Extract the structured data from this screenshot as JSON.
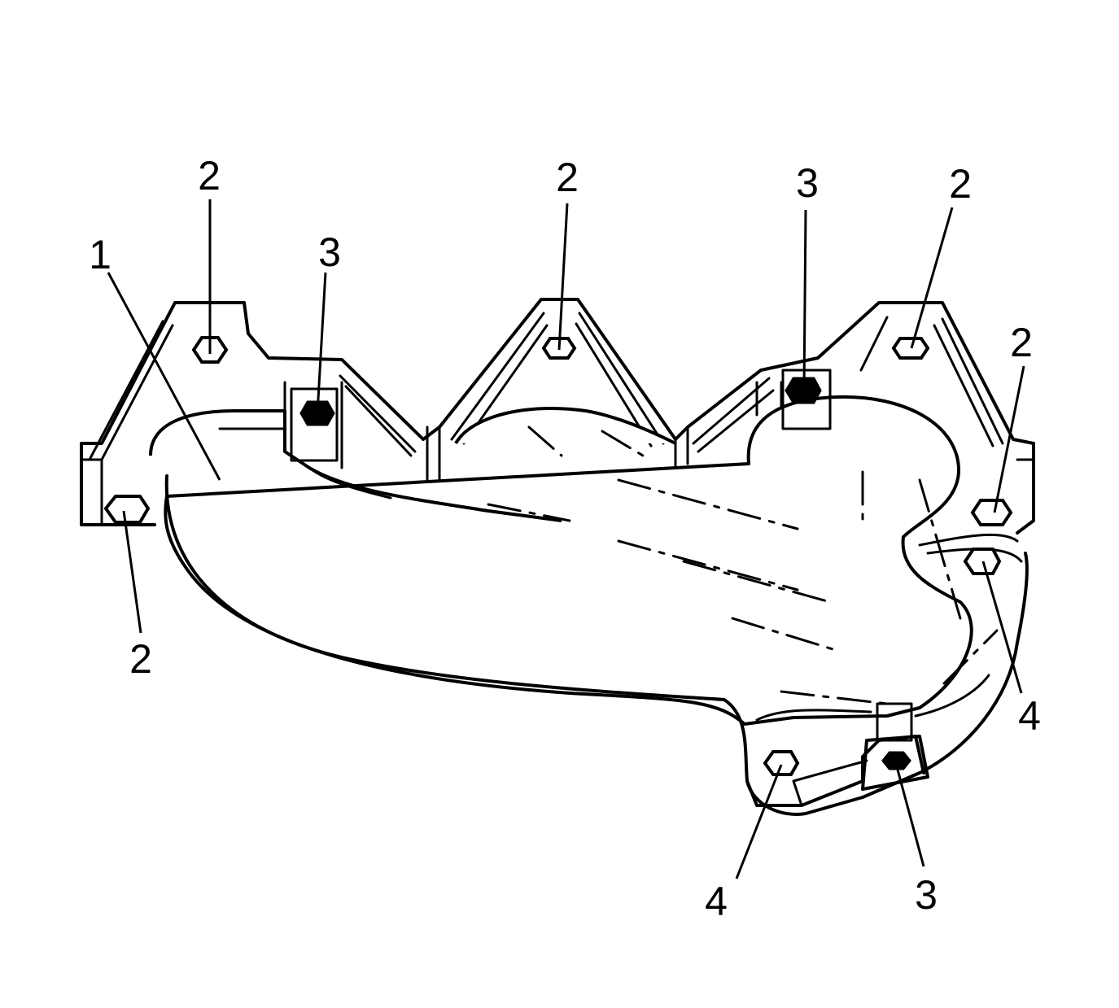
{
  "figure": {
    "callouts": [
      {
        "id": "c1",
        "label": "1"
      },
      {
        "id": "c2a",
        "label": "2"
      },
      {
        "id": "c2b",
        "label": "2"
      },
      {
        "id": "c2c",
        "label": "2"
      },
      {
        "id": "c2d",
        "label": "2"
      },
      {
        "id": "c2e",
        "label": "2"
      },
      {
        "id": "c3a",
        "label": "3"
      },
      {
        "id": "c3b",
        "label": "3"
      },
      {
        "id": "c3c",
        "label": "3"
      },
      {
        "id": "c4a",
        "label": "4"
      },
      {
        "id": "c4b",
        "label": "4"
      }
    ]
  }
}
